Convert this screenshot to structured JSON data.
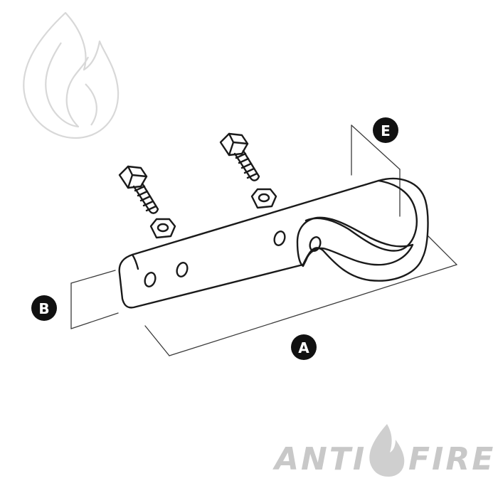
{
  "callouts": {
    "a": "A",
    "b": "B",
    "e": "E"
  },
  "brand": {
    "word1": "ANTI",
    "word2": "FIRE"
  },
  "colors": {
    "ink": "#1a1a1a",
    "callout": "#111111",
    "watermark": "#d8d8d8",
    "bolt_fill": "#cfcfcf",
    "brand_text": "#c8c8c8"
  }
}
